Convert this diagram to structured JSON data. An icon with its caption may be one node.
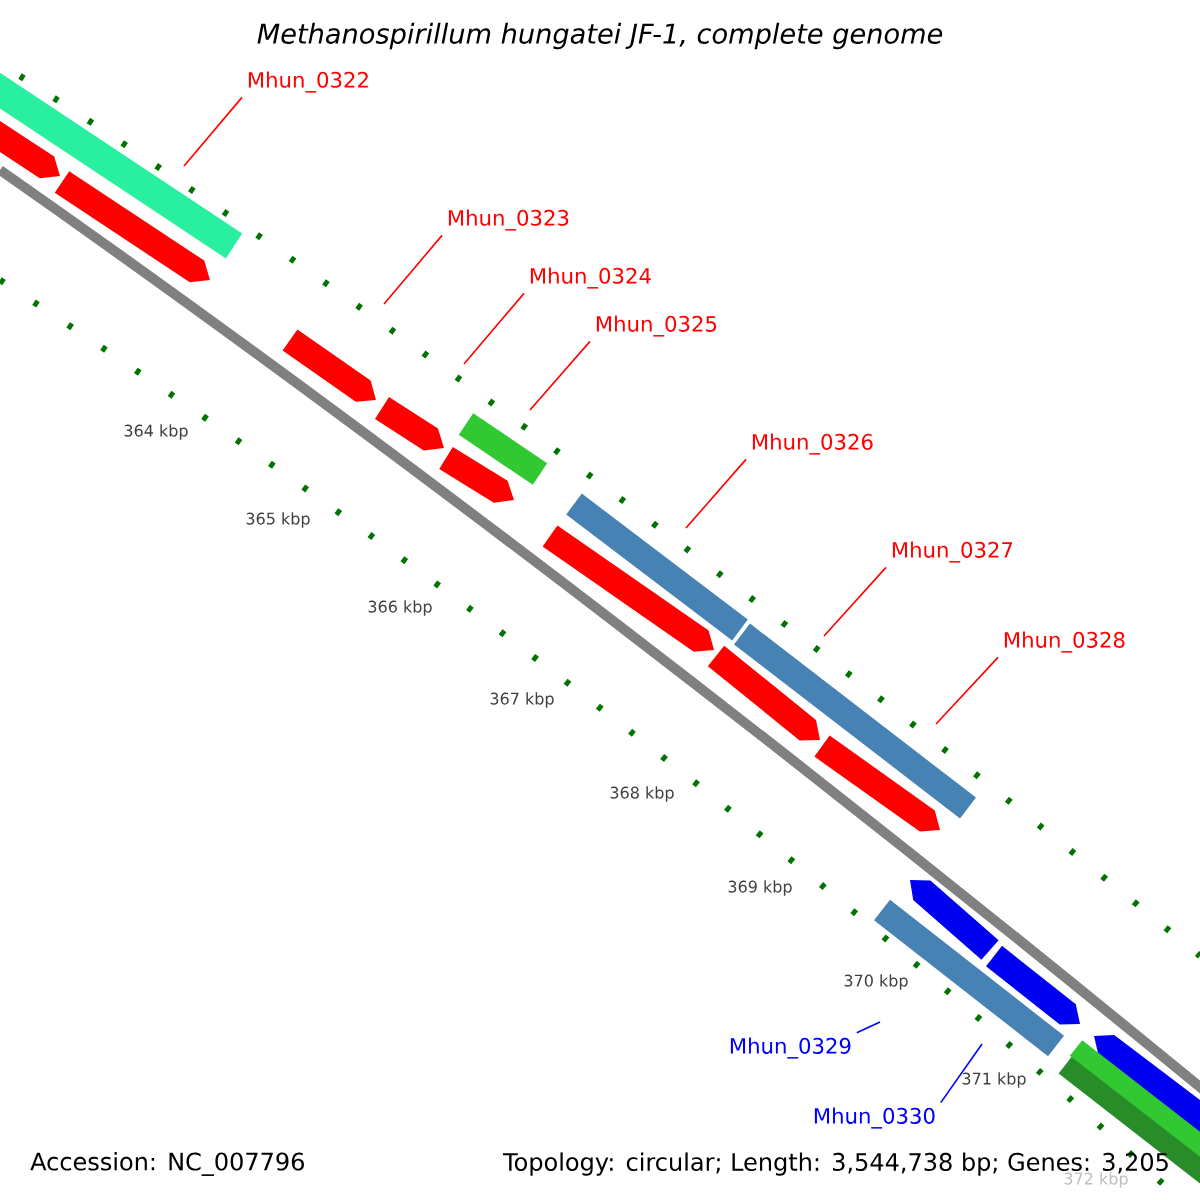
{
  "diagram": {
    "title": "Methanospirillum hungatei JF-1, complete genome",
    "nodes": [
      {
        "text": [
          "Mhun_0322"
        ]
      },
      {
        "text": [
          "Mhun_0323"
        ]
      },
      {
        "text": [
          "Mhun_0324"
        ]
      },
      {
        "text": [
          "Mhun_0325"
        ]
      },
      {
        "text": [
          "Mhun_0326"
        ]
      },
      {
        "text": [
          "Mhun_0327"
        ]
      },
      {
        "text": [
          "Mhun_0328"
        ]
      },
      {
        "text": [
          "Mhun_0329"
        ]
      },
      {
        "text": [
          "Mhun_0330"
        ]
      }
    ],
    "edges": [
      {
        "from": 0,
        "to": null,
        "arrow": "none"
      },
      {
        "from": 1,
        "to": null,
        "arrow": "none"
      },
      {
        "from": 2,
        "to": null,
        "arrow": "none"
      },
      {
        "from": 3,
        "to": null,
        "arrow": "none"
      },
      {
        "from": 4,
        "to": null,
        "arrow": "none"
      },
      {
        "from": 5,
        "to": null,
        "arrow": "none"
      },
      {
        "from": 6,
        "to": null,
        "arrow": "none"
      },
      {
        "from": 7,
        "to": null,
        "arrow": "none",
        "color": "#0000ff"
      },
      {
        "from": 8,
        "to": null,
        "arrow": "none",
        "color": "#0000ff"
      }
    ],
    "labels": [
      "364 kbp",
      "365 kbp",
      "366 kbp",
      "367 kbp",
      "368 kbp",
      "369 kbp",
      "370 kbp",
      "371 kbp",
      "372 kbp",
      "Accession: NC_007796",
      "Topology: circular; Length: 3,544,738 bp; Genes: 3,205"
    ]
  }
}
